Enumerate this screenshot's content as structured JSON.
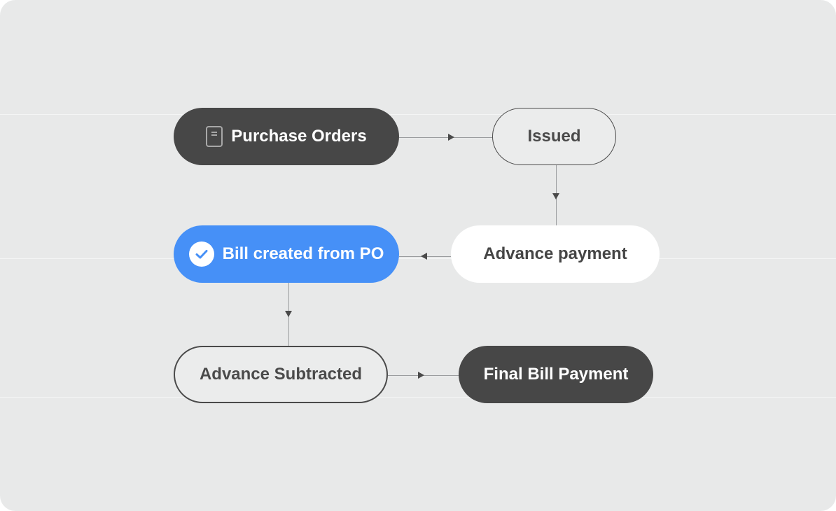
{
  "nodes": {
    "purchase_orders": "Purchase Orders",
    "issued": "Issued",
    "advance_payment": "Advance payment",
    "bill_created": "Bill created from PO",
    "advance_subtracted": "Advance Subtracted",
    "final_bill_payment": "Final Bill Payment"
  },
  "icons": {
    "purchase_orders": "document-icon",
    "bill_created": "check-circle-icon"
  },
  "colors": {
    "background": "#e8e9e9",
    "dark_node": "#474747",
    "active_node": "#4690f7",
    "white_node": "#ffffff",
    "connector": "#9a9c9e"
  }
}
